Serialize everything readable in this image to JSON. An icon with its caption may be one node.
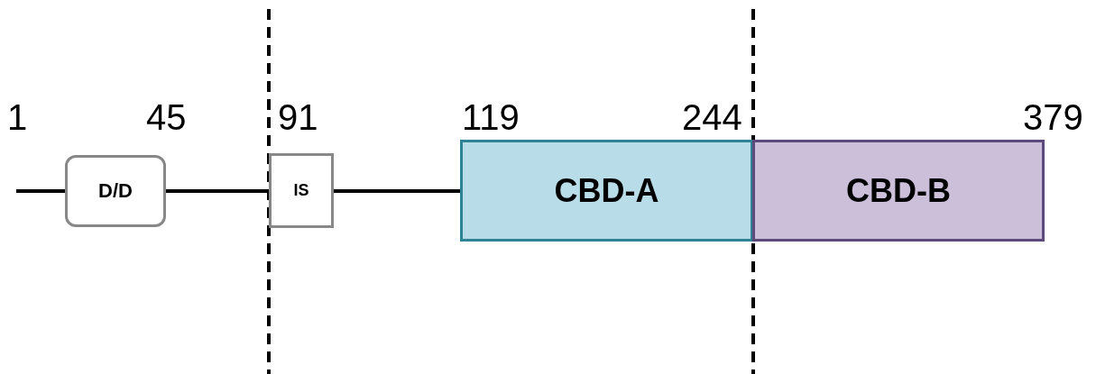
{
  "diagram": {
    "nodes": [
      {
        "text": [
          "D/D"
        ]
      },
      {
        "text": [
          "IS"
        ]
      },
      {
        "text": [
          "CBD-A"
        ]
      },
      {
        "text": [
          "CBD-B"
        ]
      }
    ],
    "edges": [
      {
        "from": null,
        "to": 0,
        "arrow": "none"
      },
      {
        "from": 0,
        "to": 1,
        "arrow": "none"
      },
      {
        "from": 1,
        "to": 2,
        "arrow": "none"
      }
    ],
    "labels": [
      "1",
      "45",
      "91",
      "119",
      "244",
      "379"
    ]
  }
}
